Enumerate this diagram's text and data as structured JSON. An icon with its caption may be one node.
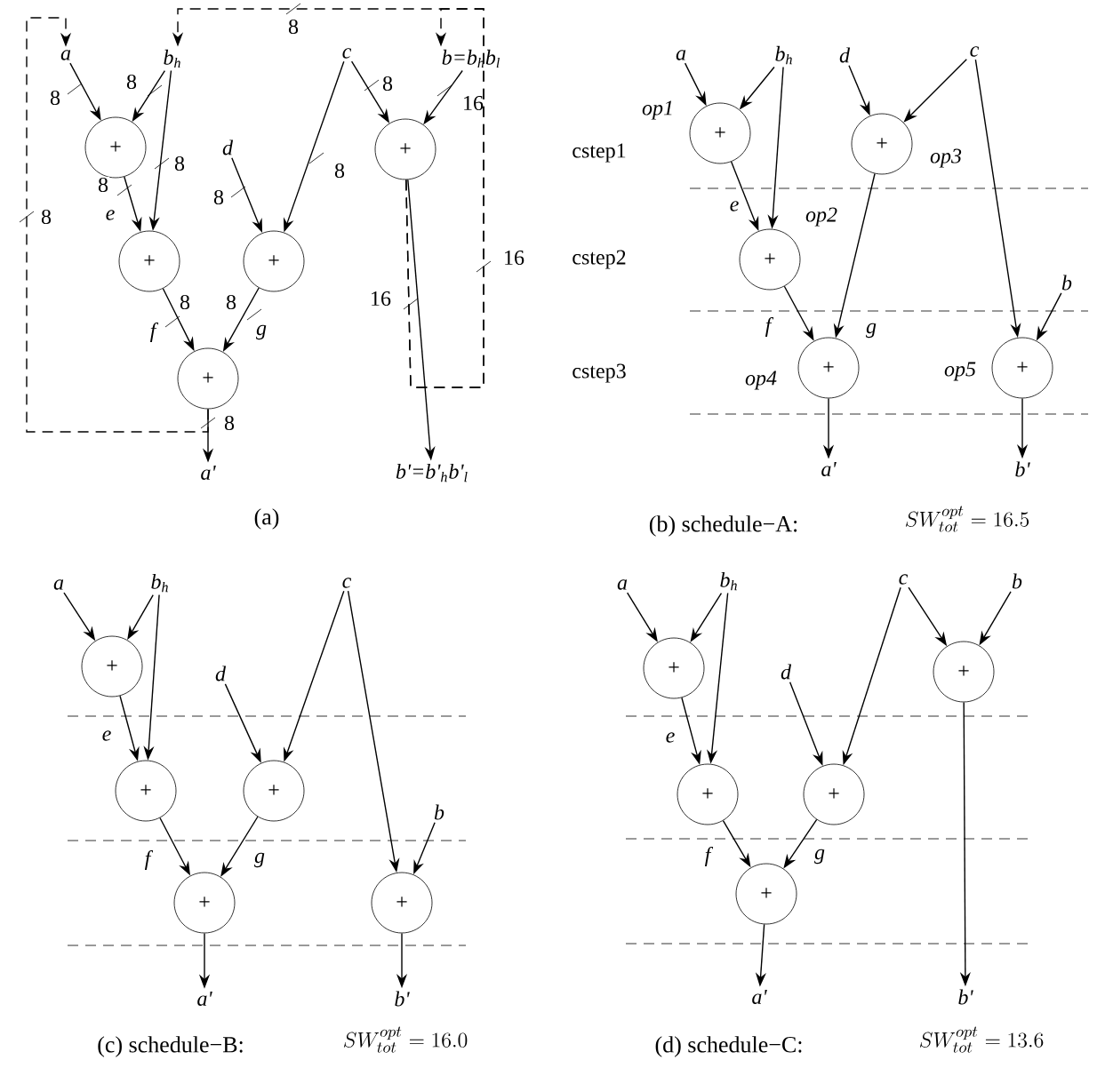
{
  "diagram": {
    "nodes": [
      {
        "text": [
          "a"
        ]
      },
      {
        "text": [
          "b$_{h}$"
        ]
      },
      {
        "text": [
          "c"
        ]
      },
      {
        "text": [
          "b=b$_{h}$b$_{l}$"
        ]
      },
      {
        "text": [
          "+"
        ]
      },
      {
        "text": [
          "d"
        ]
      },
      {
        "text": [
          "+"
        ]
      },
      {
        "text": [
          "+"
        ]
      },
      {
        "text": [
          "+"
        ]
      },
      {
        "text": [
          "+"
        ]
      },
      {
        "text": [
          "a'"
        ]
      },
      {
        "text": [
          "b'=b'$_{h}$b'$_{l}$"
        ]
      },
      {
        "text": [
          "a"
        ]
      },
      {
        "text": [
          "b$_{h}$"
        ]
      },
      {
        "text": [
          "d"
        ]
      },
      {
        "text": [
          "c"
        ]
      },
      {
        "text": [
          "+"
        ],
        "beside": [
          "op1"
        ]
      },
      {
        "text": [
          "+"
        ],
        "beside": [
          "op3"
        ]
      },
      {
        "text": [
          "+"
        ],
        "beside": [
          "op2"
        ]
      },
      {
        "text": [
          "b"
        ]
      },
      {
        "text": [
          "+"
        ],
        "beside": [
          "op4"
        ]
      },
      {
        "text": [
          "+"
        ],
        "beside": [
          "op5"
        ]
      },
      {
        "text": [
          "a'"
        ]
      },
      {
        "text": [
          "b'"
        ]
      },
      {
        "text": [
          "a"
        ]
      },
      {
        "text": [
          "b$_{h}$"
        ]
      },
      {
        "text": [
          "c"
        ]
      },
      {
        "text": [
          "+"
        ]
      },
      {
        "text": [
          "d"
        ]
      },
      {
        "text": [
          "+"
        ]
      },
      {
        "text": [
          "+"
        ]
      },
      {
        "text": [
          "b"
        ]
      },
      {
        "text": [
          "+"
        ]
      },
      {
        "text": [
          "+"
        ]
      },
      {
        "text": [
          "a'"
        ]
      },
      {
        "text": [
          "b'"
        ]
      },
      {
        "text": [
          "a"
        ]
      },
      {
        "text": [
          "b$_{h}$"
        ]
      },
      {
        "text": [
          "c"
        ]
      },
      {
        "text": [
          "b"
        ]
      },
      {
        "text": [
          "+"
        ]
      },
      {
        "text": [
          "+"
        ]
      },
      {
        "text": [
          "d"
        ]
      },
      {
        "text": [
          "+"
        ]
      },
      {
        "text": [
          "+"
        ]
      },
      {
        "text": [
          "+"
        ]
      },
      {
        "text": [
          "a'"
        ]
      },
      {
        "text": [
          "b'"
        ]
      }
    ],
    "edges": [
      {
        "from": 0,
        "to": 4,
        "arrow": "to",
        "label": "8"
      },
      {
        "from": 1,
        "to": 4,
        "arrow": "to",
        "label": "8"
      },
      {
        "from": 1,
        "to": 7,
        "arrow": "to",
        "label": "8"
      },
      {
        "from": 4,
        "to": 7,
        "arrow": "to",
        "label": "8"
      },
      {
        "from": 5,
        "to": 8,
        "arrow": "to",
        "label": "8"
      },
      {
        "from": 2,
        "to": 8,
        "arrow": "to",
        "label": "8"
      },
      {
        "from": 2,
        "to": 6,
        "arrow": "to",
        "label": "8"
      },
      {
        "from": 3,
        "to": 6,
        "arrow": "to",
        "label": "16"
      },
      {
        "from": 7,
        "to": 9,
        "arrow": "to",
        "label": "8"
      },
      {
        "from": 8,
        "to": 9,
        "arrow": "to",
        "label": "8"
      },
      {
        "from": 9,
        "to": 10,
        "arrow": "to",
        "label": "8"
      },
      {
        "from": 6,
        "to": 11,
        "arrow": "to",
        "label": "16"
      },
      {
        "from": 9,
        "to": 0,
        "arrow": "to",
        "label": "8",
        "style": "dashed"
      },
      {
        "from": 6,
        "to": 1,
        "arrow": "to",
        "label": "8",
        "style": "dashed"
      },
      {
        "from": 6,
        "to": 3,
        "arrow": "to",
        "label": "16",
        "style": "dashed"
      },
      {
        "from": 12,
        "to": 16,
        "arrow": "to"
      },
      {
        "from": 13,
        "to": 16,
        "arrow": "to"
      },
      {
        "from": 13,
        "to": 18,
        "arrow": "to"
      },
      {
        "from": 16,
        "to": 18,
        "arrow": "to",
        "label": "e"
      },
      {
        "from": 14,
        "to": 17,
        "arrow": "to"
      },
      {
        "from": 15,
        "to": 17,
        "arrow": "to"
      },
      {
        "from": 18,
        "to": 20,
        "arrow": "to",
        "label": "f"
      },
      {
        "from": 17,
        "to": 20,
        "arrow": "to",
        "label": "g"
      },
      {
        "from": 15,
        "to": 21,
        "arrow": "to"
      },
      {
        "from": 19,
        "to": 21,
        "arrow": "to"
      },
      {
        "from": 20,
        "to": 22,
        "arrow": "to"
      },
      {
        "from": 21,
        "to": 23,
        "arrow": "to"
      },
      {
        "from": 24,
        "to": 27,
        "arrow": "to"
      },
      {
        "from": 25,
        "to": 27,
        "arrow": "to"
      },
      {
        "from": 25,
        "to": 29,
        "arrow": "to"
      },
      {
        "from": 27,
        "to": 29,
        "arrow": "to",
        "label": "e"
      },
      {
        "from": 28,
        "to": 30,
        "arrow": "to"
      },
      {
        "from": 26,
        "to": 30,
        "arrow": "to"
      },
      {
        "from": 29,
        "to": 32,
        "arrow": "to",
        "label": "f"
      },
      {
        "from": 30,
        "to": 32,
        "arrow": "to",
        "label": "g"
      },
      {
        "from": 26,
        "to": 33,
        "arrow": "to"
      },
      {
        "from": 31,
        "to": 33,
        "arrow": "to"
      },
      {
        "from": 32,
        "to": 34,
        "arrow": "to"
      },
      {
        "from": 33,
        "to": 35,
        "arrow": "to"
      },
      {
        "from": 36,
        "to": 40,
        "arrow": "to"
      },
      {
        "from": 37,
        "to": 40,
        "arrow": "to"
      },
      {
        "from": 37,
        "to": 43,
        "arrow": "to"
      },
      {
        "from": 40,
        "to": 43,
        "arrow": "to",
        "label": "e"
      },
      {
        "from": 42,
        "to": 44,
        "arrow": "to"
      },
      {
        "from": 38,
        "to": 44,
        "arrow": "to"
      },
      {
        "from": 38,
        "to": 41,
        "arrow": "to"
      },
      {
        "from": 39,
        "to": 41,
        "arrow": "to"
      },
      {
        "from": 43,
        "to": 45,
        "arrow": "to",
        "label": "f"
      },
      {
        "from": 44,
        "to": 45,
        "arrow": "to",
        "label": "g"
      },
      {
        "from": 45,
        "to": 46,
        "arrow": "to"
      },
      {
        "from": 41,
        "to": 47,
        "arrow": "to"
      }
    ],
    "labels": [
      "e",
      "f",
      "g",
      "(a)",
      "cstep1",
      "cstep2",
      "cstep3",
      "(b) schedule−A:",
      "SW^{opt}_{tot}= 16.5",
      "(c) schedule−B:",
      "SW^{opt}_{tot}= 16.0",
      "(d) schedule−C:",
      "SW^{opt}_{tot}= 13.6"
    ]
  }
}
